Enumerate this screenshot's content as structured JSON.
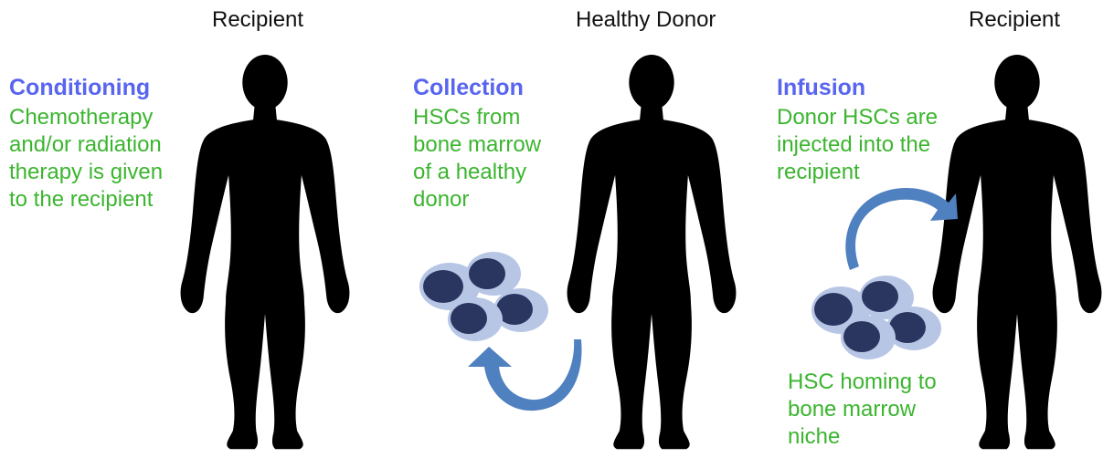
{
  "panels": [
    {
      "person_label": "Recipient",
      "step_title": "Conditioning",
      "step_lines": [
        "Chemotherapy",
        "and/or radiation",
        "therapy is given",
        "to the recipient"
      ]
    },
    {
      "person_label": "Healthy Donor",
      "step_title": "Collection",
      "step_lines": [
        "HSCs from",
        "bone marrow",
        "of a healthy",
        "donor"
      ]
    },
    {
      "person_label": "Recipient",
      "step_title": "Infusion",
      "step_lines": [
        "Donor HSCs are",
        "injected into the",
        "recipient"
      ]
    }
  ],
  "homing_lines": [
    "HSC homing to",
    "bone marrow",
    "niche"
  ],
  "colors": {
    "title": "#5865ee",
    "body": "#3bb52f",
    "silhouette": "#000000",
    "cell_nucleus": "#2a3560",
    "cell_halo": "#b8c6e6",
    "arrow": "#4f80c0"
  },
  "icons": [
    "human-silhouette-icon",
    "stem-cell-icon",
    "curved-arrow-icon"
  ]
}
